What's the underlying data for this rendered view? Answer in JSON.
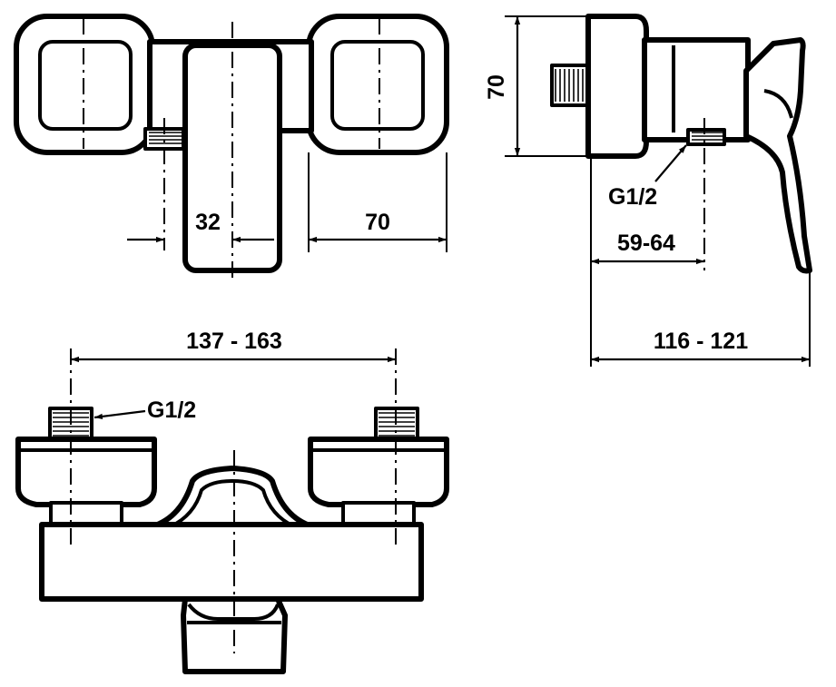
{
  "top_view": {
    "dim_inlet_offset": "32",
    "dim_handle_width": "70"
  },
  "side_view": {
    "dim_height": "70",
    "dim_thread": "G1/2",
    "dim_inlet_depth": "59-64",
    "dim_total_depth": "116 - 121"
  },
  "front_view": {
    "dim_center_distance": "137 - 163",
    "dim_thread": "G1/2"
  },
  "colors": {
    "line": "#000000",
    "background": "#ffffff"
  }
}
